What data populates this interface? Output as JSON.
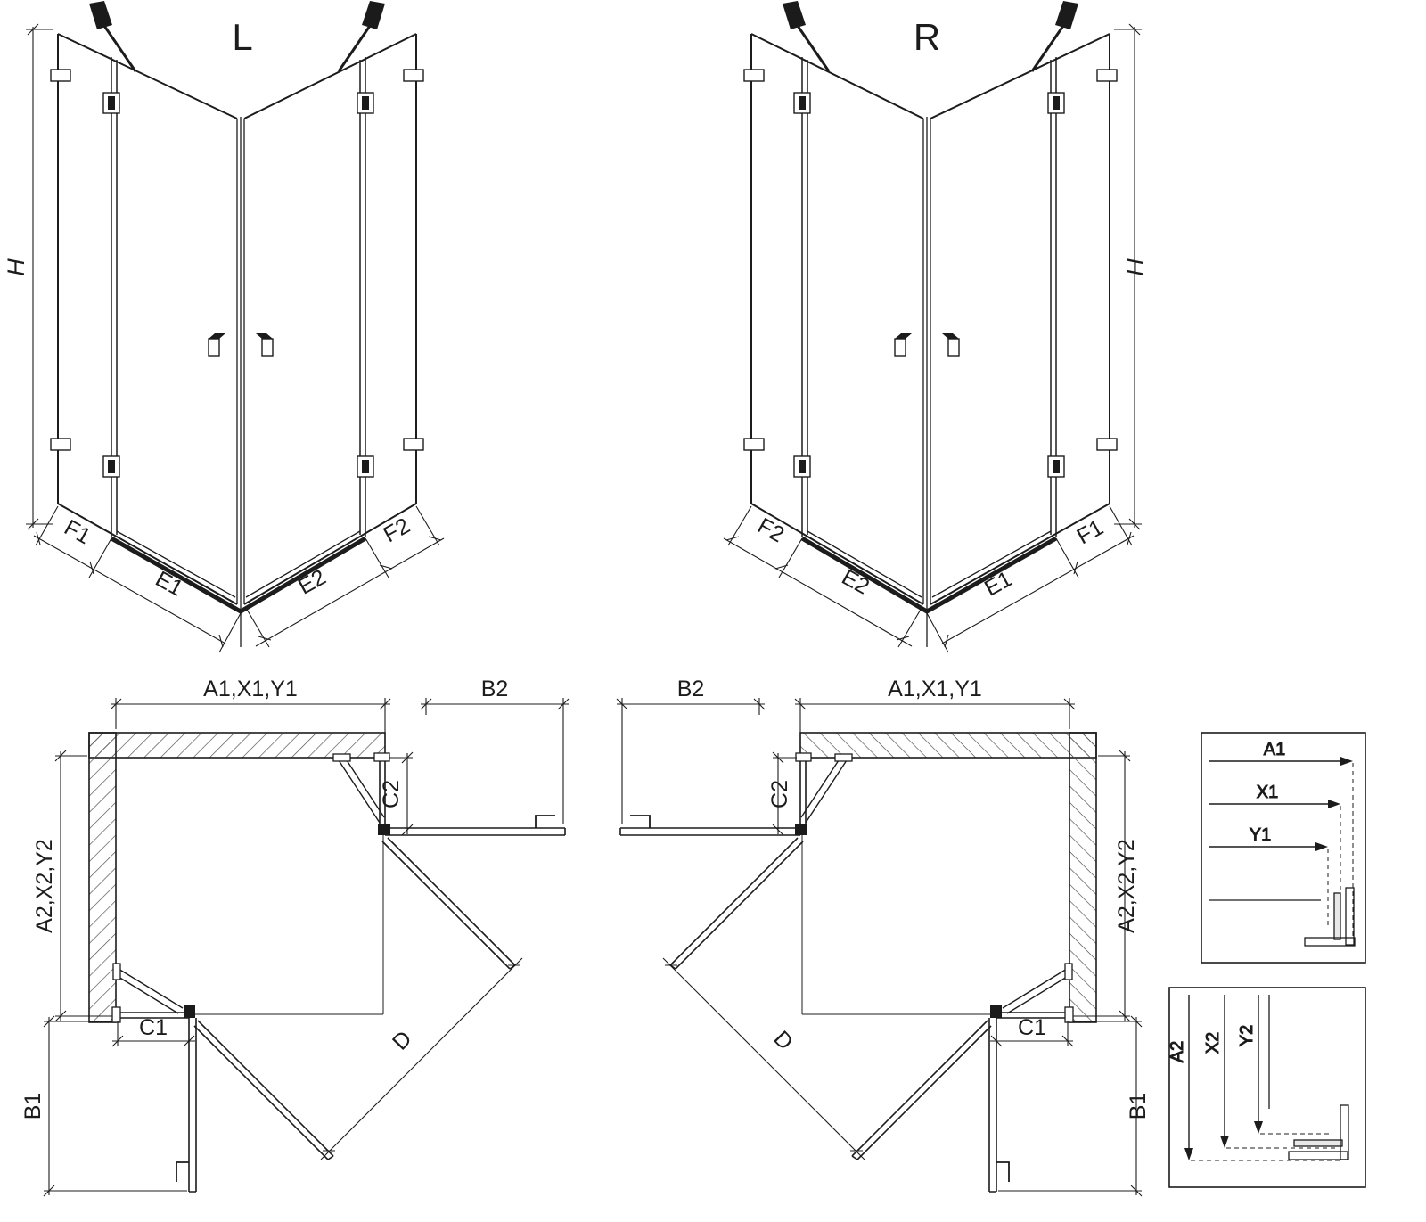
{
  "colors": {
    "background": "#ffffff",
    "line": "#1c1c1c"
  },
  "front_views": {
    "left": {
      "variant_label": "L",
      "height_label": "H",
      "segments": {
        "outer_left": "F1",
        "door_left": "E1",
        "door_right": "E2",
        "outer_right": "F2"
      }
    },
    "right": {
      "variant_label": "R",
      "height_label": "H",
      "segments": {
        "outer_left": "F2",
        "door_left": "E2",
        "door_right": "E1",
        "outer_right": "F1"
      }
    }
  },
  "plan_views": {
    "left": {
      "width_top": "A1,X1,Y1",
      "door_clearance_side": "B2",
      "fixed_panel_side": "C2",
      "depth_side": "A2,X2,Y2",
      "fixed_panel_bottom": "C1",
      "door_clearance_bottom": "B1",
      "diagonal_entry": "D"
    },
    "right": {
      "width_top": "A1,X1,Y1",
      "door_clearance_side": "B2",
      "fixed_panel_side": "C2",
      "depth_side": "A2,X2,Y2",
      "fixed_panel_bottom": "C1",
      "door_clearance_bottom": "B1",
      "diagonal_entry": "D"
    }
  },
  "detail_views": {
    "width_profile": {
      "labels": [
        "A1",
        "X1",
        "Y1"
      ]
    },
    "depth_profile": {
      "labels": [
        "A2",
        "X2",
        "Y2"
      ]
    }
  }
}
